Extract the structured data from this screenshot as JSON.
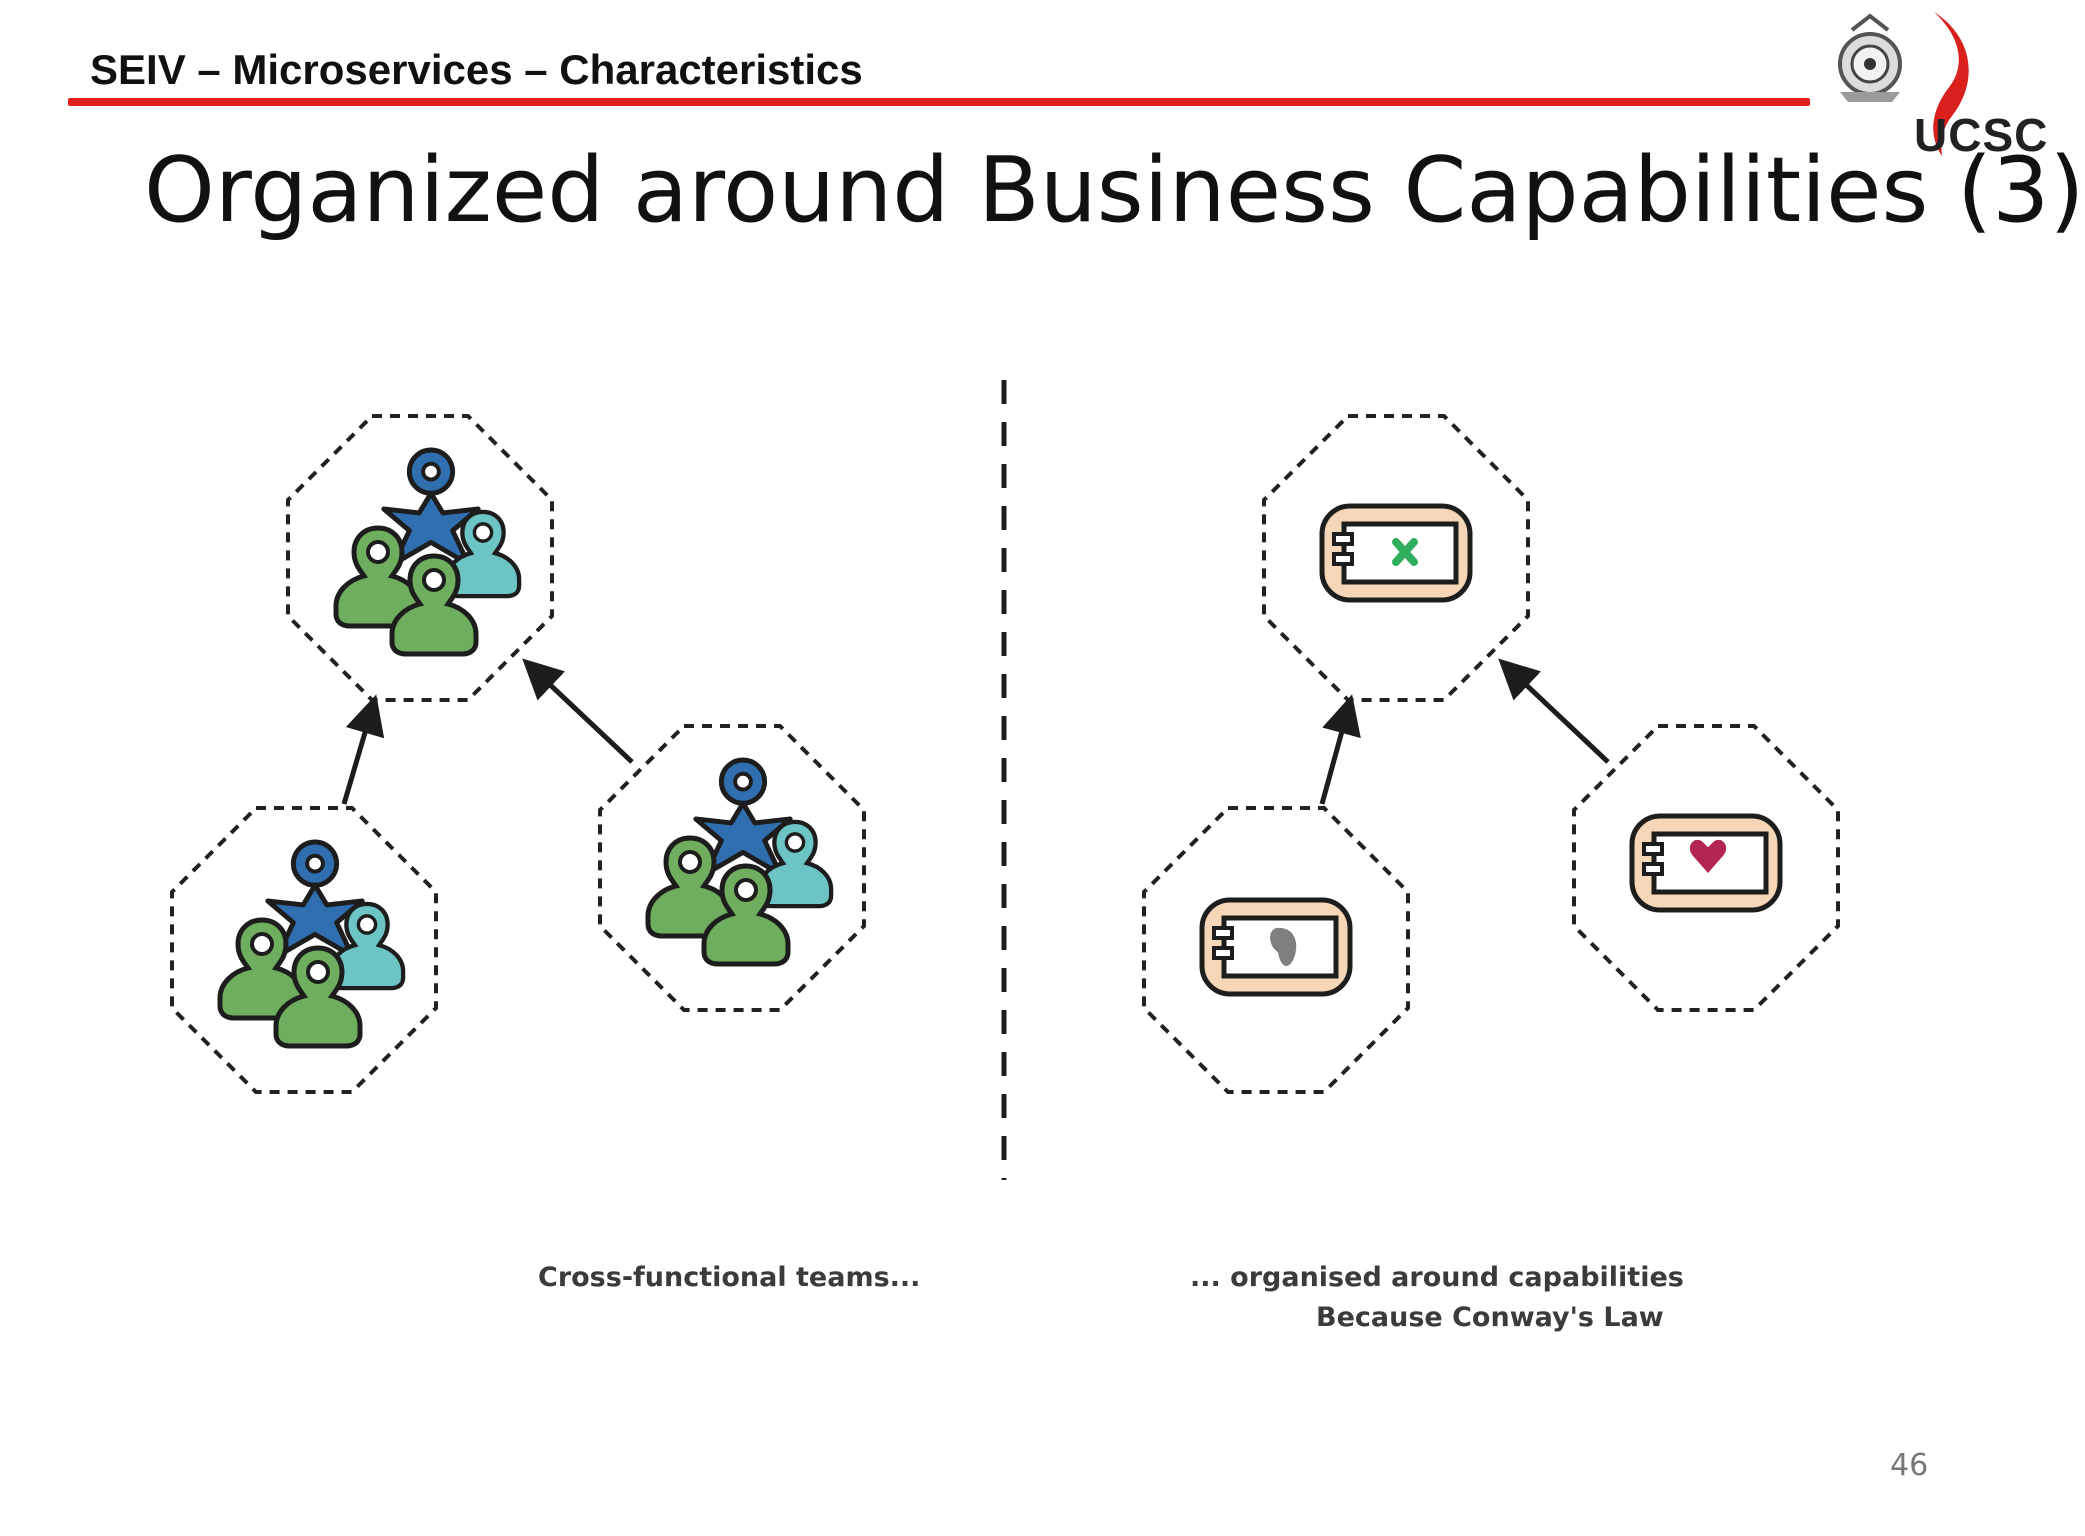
{
  "header": {
    "section_title": "SEIV – Microservices – Characteristics"
  },
  "logo": {
    "text": "UCSC"
  },
  "slide": {
    "title": "Organized around Business Capabilities (3)",
    "page_number": "46"
  },
  "diagram": {
    "left_caption": "Cross-functional teams...",
    "right_caption_line1": "... organised around capabilities",
    "right_caption_line2": "Because Conway's Law"
  },
  "colors": {
    "accent_red": "#e11d1d",
    "team_dark_blue": "#2f6fb0",
    "team_green": "#6fae5e",
    "team_teal": "#6cc4c4",
    "capability_box": "#f5d7b8",
    "mark_green": "#2fae5f",
    "mark_gray": "#7f7f7f",
    "mark_red": "#b3264f"
  }
}
